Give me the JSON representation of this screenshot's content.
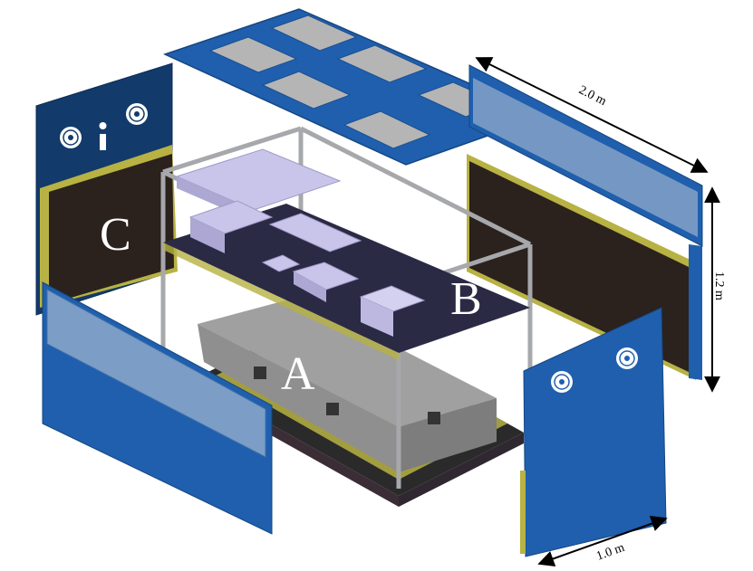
{
  "labels": {
    "component_a": "A",
    "component_b": "B",
    "component_c": "C"
  },
  "dimensions": {
    "length": "2.0 m",
    "height": "1.2 m",
    "width": "1.0 m"
  },
  "colors": {
    "panel_blue": "#1f5fae",
    "panel_dark": "#123a6b",
    "frame_grey": "#a6a8ab",
    "box_grey": "#8f8f8f",
    "insulation_brown": "#2b211d",
    "yellow_edge": "#b7b243",
    "shelf_dark": "#2a2a45",
    "equipment_lavender": "#c9c5ea",
    "glass": "#b9c7d6",
    "top_window": "#b5b5b5"
  }
}
